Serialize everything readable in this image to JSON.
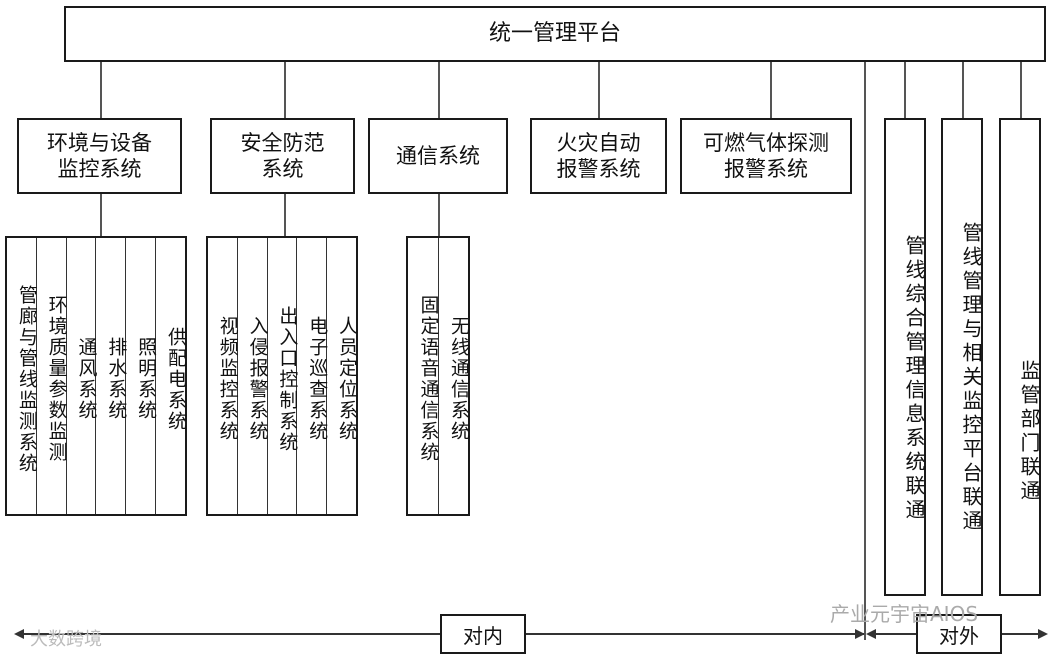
{
  "platform": "统一管理平台",
  "subsystems": [
    {
      "label": "环境与设备\n监控系统"
    },
    {
      "label": "安全防范\n系统"
    },
    {
      "label": "通信系统"
    },
    {
      "label": "火灾自动\n报警系统"
    },
    {
      "label": "可燃气体探测\n报警系统"
    }
  ],
  "groups": {
    "env": [
      "管廊与管线监测系统",
      "环境质量参数监测",
      "通风系统",
      "排水系统",
      "照明系统",
      "供配电系统"
    ],
    "security": [
      "视频监控系统",
      "入侵报警系统",
      "出入口控制系统",
      "电子巡查系统",
      "人员定位系统"
    ],
    "comm": [
      "固定语音通信系统",
      "无线通信系统"
    ]
  },
  "external": [
    {
      "label": "管线综合管理信息系统联通"
    },
    {
      "label": "管线管理与相关监控平台联通"
    },
    {
      "label": "监管部门联通"
    }
  ],
  "footer": {
    "internal": "对内",
    "external": "对外"
  },
  "watermarks": {
    "left": "大数跨境",
    "right": "产业元宇宙AIOS"
  }
}
